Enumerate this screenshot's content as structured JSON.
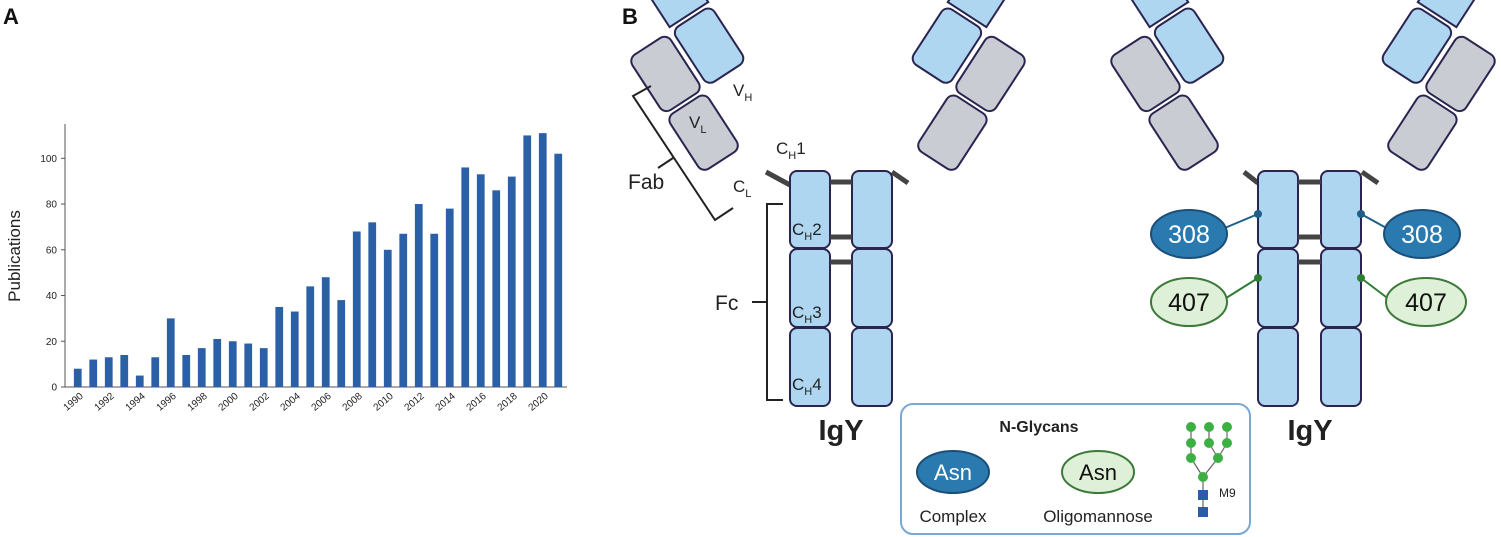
{
  "panel_a": {
    "letter": "A",
    "chart_data": {
      "type": "bar",
      "categories": [
        "1990",
        "1991",
        "1992",
        "1993",
        "1994",
        "1995",
        "1996",
        "1997",
        "1998",
        "1999",
        "2000",
        "2001",
        "2002",
        "2003",
        "2004",
        "2005",
        "2006",
        "2007",
        "2008",
        "2009",
        "2010",
        "2011",
        "2012",
        "2013",
        "2014",
        "2015",
        "2016",
        "2017",
        "2018",
        "2019",
        "2020",
        "2021"
      ],
      "x_tick_labels": [
        "1990",
        "1992",
        "1994",
        "1996",
        "1998",
        "2000",
        "2002",
        "2004",
        "2006",
        "2008",
        "2010",
        "2012",
        "2014",
        "2016",
        "2018",
        "2020"
      ],
      "values": [
        8,
        12,
        13,
        14,
        5,
        13,
        30,
        14,
        17,
        21,
        20,
        19,
        17,
        35,
        33,
        44,
        48,
        38,
        68,
        72,
        60,
        67,
        80,
        67,
        78,
        96,
        93,
        86,
        92,
        110,
        111,
        102
      ],
      "ylabel": "Publications",
      "ylim": [
        0,
        115
      ],
      "y_ticks": [
        0,
        20,
        40,
        60,
        80,
        100
      ],
      "bar_color": "#2b5fa6",
      "grid": false
    }
  },
  "panel_b": {
    "letter": "B",
    "left_antibody": {
      "title": "IgY",
      "labels": {
        "vh": "V",
        "vh_sub": "H",
        "vl": "V",
        "vl_sub": "L",
        "ch1": "C",
        "ch1_sub": "H",
        "ch1_num": "1",
        "cl": "C",
        "cl_sub": "L",
        "ch2": "C",
        "ch2_sub": "H",
        "ch2_num": "2",
        "ch3": "C",
        "ch3_sub": "H",
        "ch3_num": "3",
        "ch4": "C",
        "ch4_sub": "H",
        "ch4_num": "4"
      },
      "fab_label": "Fab",
      "fc_label": "Fc"
    },
    "right_antibody": {
      "title": "IgY",
      "complex_site": "308",
      "oligomannose_site": "407"
    },
    "legend": {
      "title": "N-Glycans",
      "complex_token": "Asn",
      "complex_label": "Complex",
      "oligomannose_token": "Asn",
      "oligomannose_label": "Oligomannose",
      "glycan_label": "M9"
    },
    "colors": {
      "heavy_chain": "#aed6f1",
      "light_chain": "#c9ccd2",
      "complex": "#2a7ab0",
      "oligomannose": "#dff0d8",
      "mannose": "#3cb043",
      "glcnac": "#2a5caa"
    }
  }
}
